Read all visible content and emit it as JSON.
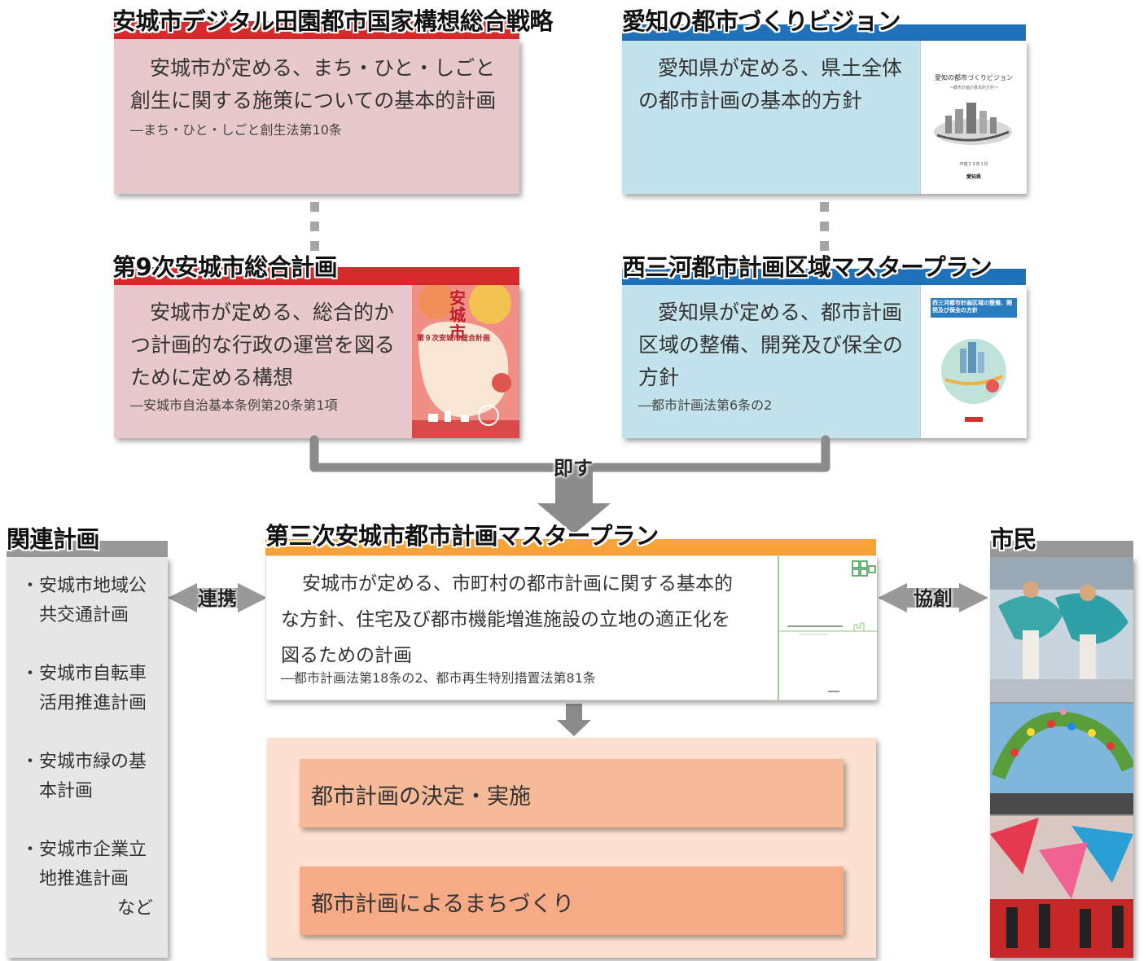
{
  "boxes": {
    "digital": {
      "title": "安城市デジタル田園都市国家構想総合戦略",
      "body_line1": "安城市が定める、まち・ひと・しごと",
      "body_line2": "創生に関する施策についての基本的計画",
      "law": "―まち・ひと・しごと創生法第10条"
    },
    "aichi_vision": {
      "title": "愛知の都市づくりビジョン",
      "body_line1": "愛知県が定める、県土全体",
      "body_line2": "の都市計画の基本的方針",
      "cover_title": "愛知の都市づくりビジョン",
      "cover_subtitle": "〜都市計画の基本的方針〜",
      "cover_date": "平成２９年３月",
      "cover_pub": "愛知県"
    },
    "sogo": {
      "title": "第9次安城市総合計画",
      "body_line1": "安城市が定める、総合的か",
      "body_line2": "つ計画的な行政の運営を図る",
      "body_line3": "ために定める構想",
      "law": "―安城市自治基本条例第20条第1項",
      "cover_city": "安城市",
      "cover_title": "第９次安城市総合計画"
    },
    "nishimikawa": {
      "title": "西三河都市計画区域マスタープラン",
      "body_line1": "愛知県が定める、都市計画",
      "body_line2": "区域の整備、開発及び保全の",
      "body_line3": "方針",
      "law": "―都市計画法第6条の2",
      "cover_title": "西三河都市計画区域の整備、開発及び保全の方針"
    },
    "master": {
      "title": "第三次安城市都市計画マスタープラン",
      "body_line1": "安城市が定める、市町村の都市計画に関する基本的",
      "body_line2": "な方針、住宅及び都市機能増進施設の立地の適正化を",
      "body_line3": "図るための計画",
      "law": "―都市計画法第18条の2、都市再生特別措置法第81条"
    }
  },
  "labels": {
    "sokusu": "即す",
    "renkei": "連携",
    "kyoso": "協創"
  },
  "related": {
    "title": "関連計画",
    "items": [
      [
        "・安城市地域公",
        "共交通計画"
      ],
      [
        "・安城市自転車",
        "活用推進計画"
      ],
      [
        "・安城市緑の基",
        "本計画"
      ],
      [
        "・安城市企業立",
        "地推進計画"
      ]
    ],
    "etc": "など"
  },
  "citizens": {
    "title": "市民"
  },
  "outputs": {
    "decision": "都市計画の決定・実施",
    "machizukuri": "都市計画によるまちづくり"
  },
  "colors": {
    "red_band": "#d62a2c",
    "blue_band": "#1f71ba",
    "orange_band": "#f7a337",
    "pink_box": "#e8c9cb",
    "blue_box": "#c3e3ec",
    "output_bg": "#fce0d0",
    "output_box": "#f8b08b"
  }
}
